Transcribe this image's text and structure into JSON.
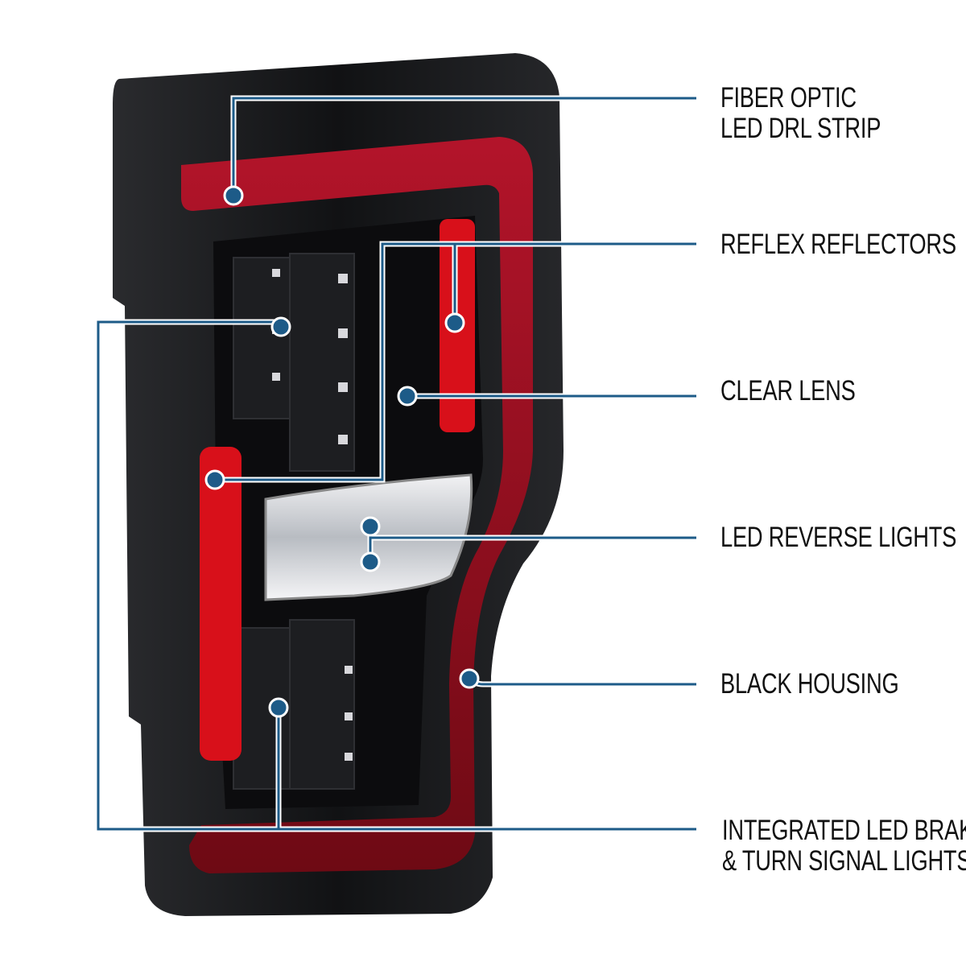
{
  "callouts": [
    {
      "id": "fiber-optic",
      "lines": [
        "FIBER OPTIC",
        "LED DRL STRIP"
      ]
    },
    {
      "id": "reflex-reflectors",
      "lines": [
        "REFLEX REFLECTORS"
      ]
    },
    {
      "id": "clear-lens",
      "lines": [
        "CLEAR LENS"
      ]
    },
    {
      "id": "led-reverse",
      "lines": [
        "LED REVERSE LIGHTS"
      ]
    },
    {
      "id": "black-housing",
      "lines": [
        "BLACK HOUSING"
      ]
    },
    {
      "id": "brake-turn",
      "lines": [
        "INTEGRATED LED BRAKE",
        "& TURN SIGNAL LIGHTS"
      ]
    }
  ],
  "colors": {
    "callout_line": "#1d5b88",
    "drl_red": "#9c1020",
    "reflector_red": "#d8101a",
    "housing": "#141416"
  }
}
